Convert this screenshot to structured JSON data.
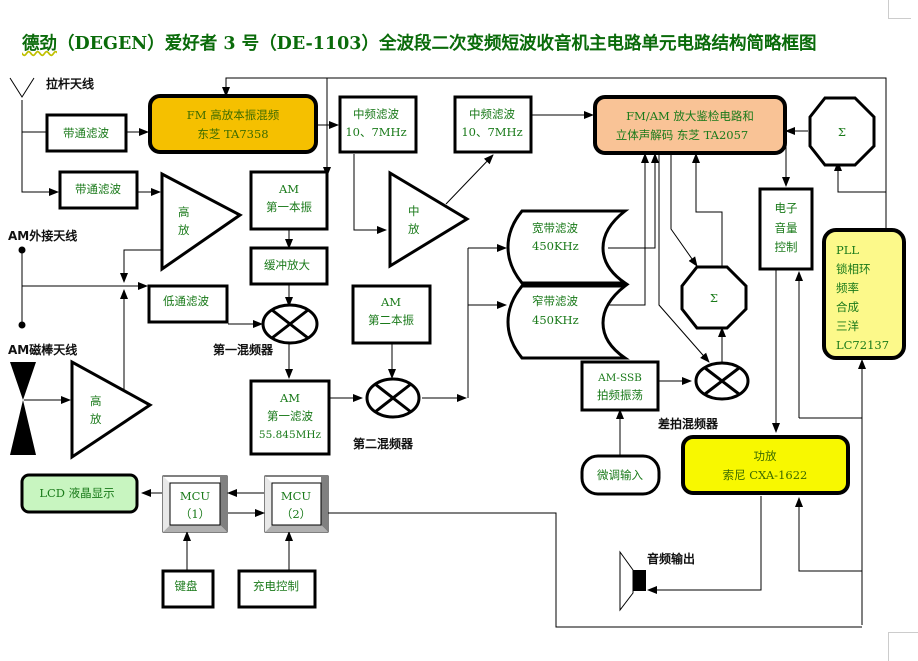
{
  "title": {
    "text_prefix": "德劲",
    "text_rest": "（DEGEN）爱好者 3 号（DE-1103）全波段二次变频短波收音机主电路单元电路结构简略框图"
  },
  "colors": {
    "text_green": "#1a7a1a",
    "fm_block": "#f5c000",
    "detector_block": "#f9c396",
    "pll_block": "#fcf98a",
    "amp_block": "#f8f800",
    "lcd_block": "#c8f5c0",
    "line": "#000000"
  },
  "captions": {
    "rod_antenna": "拉杆天线",
    "am_ext_antenna": "AM外接天线",
    "am_bar_antenna": "AM磁棒天线",
    "first_mixer": "第一混频器",
    "second_mixer": "第二混频器",
    "beat_mixer": "差拍混频器",
    "audio_out": "音频输出"
  },
  "blocks": {
    "bpf1": "带通滤波",
    "bpf2": "带通滤波",
    "fm_frontend": [
      "FM 高放本振混频",
      "东芝 TA7358"
    ],
    "if_filter1": [
      "中频滤波",
      "10、7MHz"
    ],
    "if_filter2": [
      "中频滤波",
      "10、7MHz"
    ],
    "detector": [
      "FM/AM 放大鉴检电路和",
      "立体声解码  东芝 TA2057"
    ],
    "sigma_top": "Σ",
    "rf_amp_sw": [
      "高",
      "放"
    ],
    "am_lo1": [
      "AM",
      "第一本振"
    ],
    "if_amp": [
      "中",
      "放"
    ],
    "wide_filter": [
      "宽带滤波",
      "450KHz"
    ],
    "narrow_filter": [
      "窄带滤波",
      "450KHz"
    ],
    "buffer_amp": "缓冲放大",
    "lpf": "低通滤波",
    "am_lo2": [
      "AM",
      "第二本振"
    ],
    "volume": [
      "电子",
      "音量",
      "控制"
    ],
    "pll": [
      "PLL",
      "锁相环",
      "频率",
      "合成",
      "三洋",
      "LC72137"
    ],
    "sigma_mid": "Σ",
    "rf_amp_mw": [
      "高",
      "放"
    ],
    "am_filter1": [
      "AM",
      "第一滤波",
      "55.845MHz"
    ],
    "bfo": [
      "AM-SSB",
      "拍频振荡"
    ],
    "fine_tune": "微调输入",
    "power_amp": [
      "功放",
      "索尼 CXA-1622"
    ],
    "lcd": "LCD 液晶显示",
    "mcu1": [
      "MCU",
      "（1）"
    ],
    "mcu2": [
      "MCU",
      "（2）"
    ],
    "keyboard": "键盘",
    "charge_ctrl": "充电控制"
  }
}
